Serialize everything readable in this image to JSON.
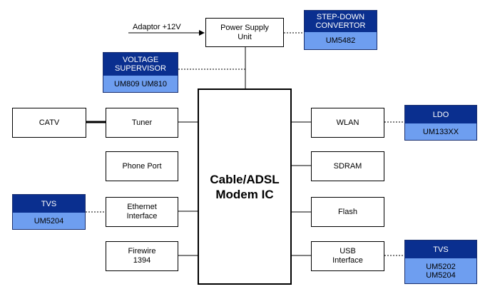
{
  "adaptor_label": "Adaptor +12V",
  "center_ic": "Cable/ADSL\nModem IC",
  "blocks": {
    "power_supply": "Power Supply\nUnit",
    "catv": "CATV",
    "tuner": "Tuner",
    "phone_port": "Phone Port",
    "ethernet": "Ethernet\nInterface",
    "firewire": "Firewire\n1394",
    "wlan": "WLAN",
    "sdram": "SDRAM",
    "flash": "Flash",
    "usb": "USB\nInterface"
  },
  "parts": {
    "step_down": {
      "title": "STEP-DOWN\nCONVERTOR",
      "part": "UM5482"
    },
    "voltage_supervisor": {
      "title": "VOLTAGE\nSUPERVISOR",
      "part": "UM809 UM810"
    },
    "tvs_left": {
      "title": "TVS",
      "part": "UM5204"
    },
    "ldo": {
      "title": "LDO",
      "part": "UM133XX"
    },
    "tvs_right": {
      "title": "TVS",
      "part": "UM5202\nUM5204"
    }
  },
  "colors": {
    "part_header": "#0a2f8f",
    "part_body": "#6e9ef0",
    "line": "#000000"
  }
}
